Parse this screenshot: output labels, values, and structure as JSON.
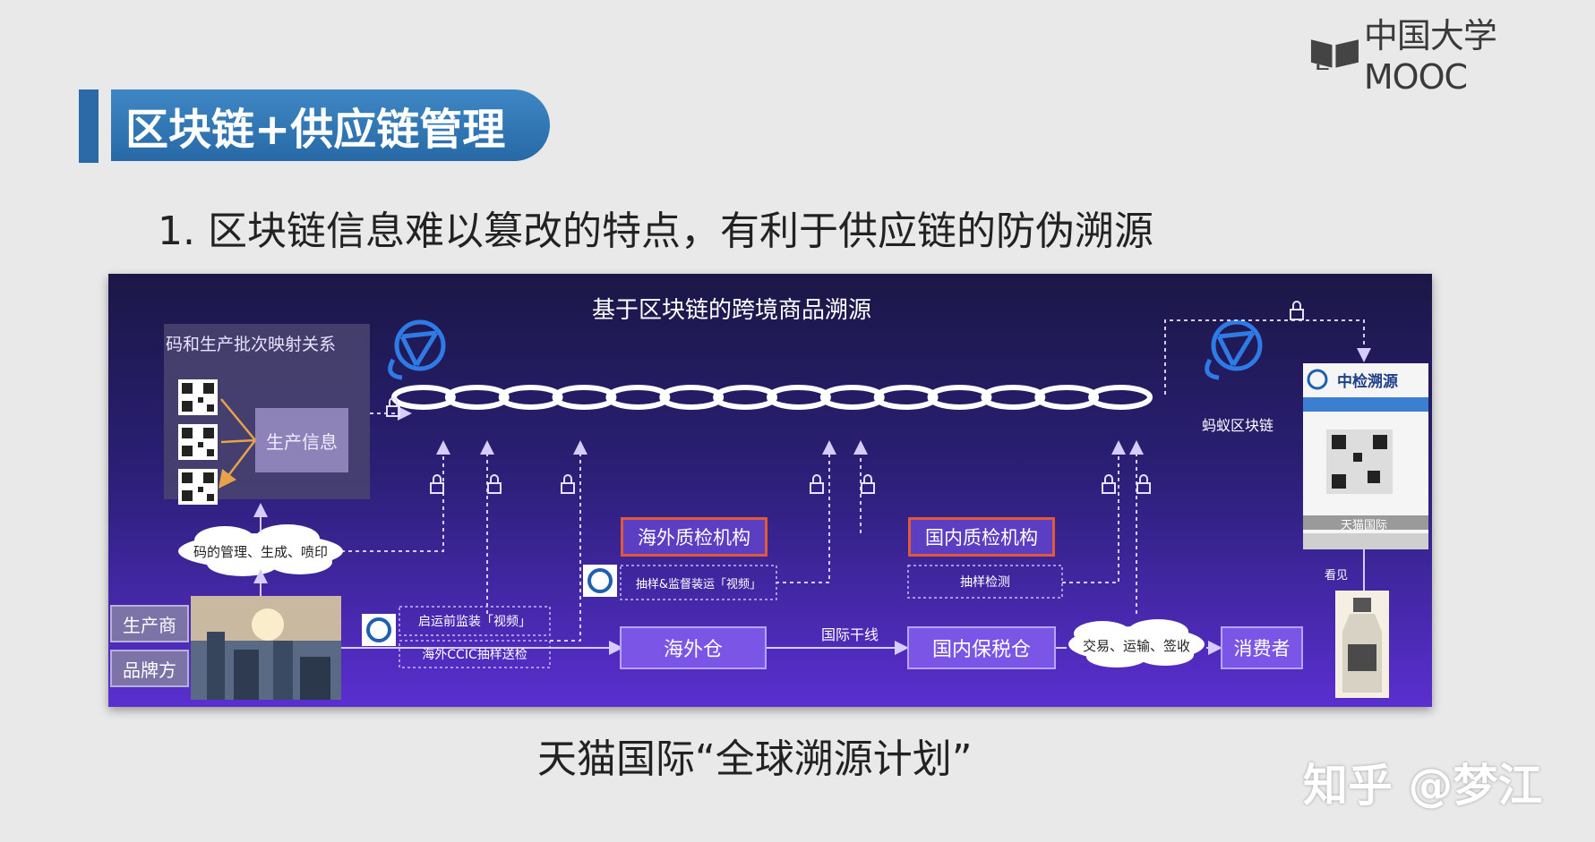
{
  "logo": {
    "text": "中国大学MOOC",
    "icon": "mooc-book-icon"
  },
  "slide": {
    "title": "区块链+供应链管理",
    "point": "1. 区块链信息难以篡改的特点，有利于供应链的防伪溯源",
    "caption": "天猫国际“全球溯源计划”"
  },
  "diagram": {
    "title": "基于区块链的跨境商品溯源",
    "mapping_title": "码和生产批次映射关系",
    "production_info": "生产信息",
    "cloud_code": "码的管理、生成、喷印",
    "producer": "生产商",
    "brand": "品牌方",
    "pre_shipment": "启运前监装「视频」",
    "ccic_sampling": "海外CCIC抽样送检",
    "overseas_qc": "海外质检机构",
    "overseas_qc_note": "抽样&监督装运「视频」",
    "domestic_qc": "国内质检机构",
    "domestic_qc_note": "抽样检测",
    "overseas_warehouse": "海外仓",
    "trunk_line": "国际干线",
    "bonded_warehouse": "国内保税仓",
    "cloud_transport": "交易、运输、签收",
    "consumer": "消费者",
    "ant_chain": "蚂蚁区块链",
    "see": "看见",
    "card_title": "中检溯源",
    "card_bottom": "天猫国际"
  },
  "watermark": "知乎 @梦江",
  "colors": {
    "title_bar": "#2d74b5",
    "panel_top": "#1b1746",
    "panel_bottom": "#5a2fd0",
    "qc_border": "#e05a3a",
    "arrow": "#c9b8ff"
  }
}
